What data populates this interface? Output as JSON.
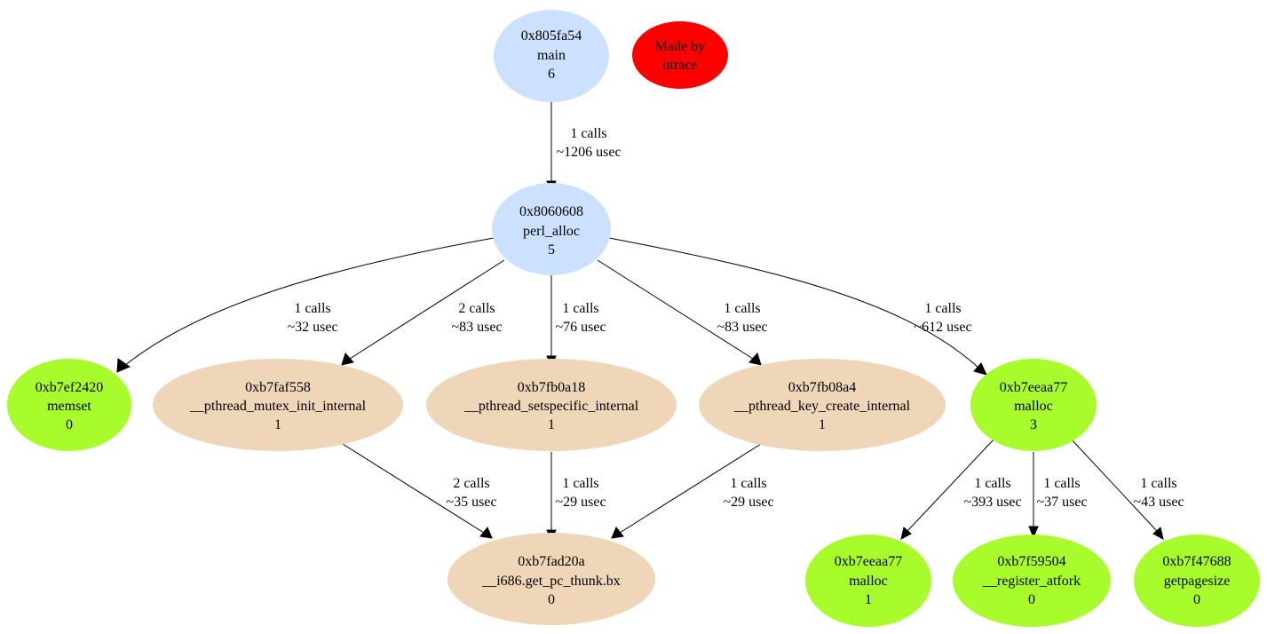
{
  "colors": {
    "blue_node": "#cce0ff",
    "tan_node": "#efd6b8",
    "green_node": "#a8fc2b",
    "credit_node": "#ff0000"
  },
  "nodes": {
    "main": {
      "addr": "0x805fa54",
      "name": "main",
      "count": "6",
      "fill": "blue_node"
    },
    "credit": {
      "line1": "Made by",
      "line2": "utrace",
      "fill": "credit_node"
    },
    "perl_alloc": {
      "addr": "0x8060608",
      "name": "perl_alloc",
      "count": "5",
      "fill": "blue_node"
    },
    "memset": {
      "addr": "0xb7ef2420",
      "name": "memset",
      "count": "0",
      "fill": "green_node"
    },
    "mutex_init": {
      "addr": "0xb7faf558",
      "name": "__pthread_mutex_init_internal",
      "count": "1",
      "fill": "tan_node"
    },
    "setspecific": {
      "addr": "0xb7fb0a18",
      "name": "__pthread_setspecific_internal",
      "count": "1",
      "fill": "tan_node"
    },
    "key_create": {
      "addr": "0xb7fb08a4",
      "name": "__pthread_key_create_internal",
      "count": "1",
      "fill": "tan_node"
    },
    "malloc_a": {
      "addr": "0xb7eeaa77",
      "name": "malloc",
      "count": "3",
      "fill": "green_node"
    },
    "pc_thunk": {
      "addr": "0xb7fad20a",
      "name": "__i686.get_pc_thunk.bx",
      "count": "0",
      "fill": "tan_node"
    },
    "malloc_b": {
      "addr": "0xb7eeaa77",
      "name": "malloc",
      "count": "1",
      "fill": "green_node"
    },
    "register_atfork": {
      "addr": "0xb7f59504",
      "name": "__register_atfork",
      "count": "0",
      "fill": "green_node"
    },
    "getpagesize": {
      "addr": "0xb7f47688",
      "name": "getpagesize",
      "count": "0",
      "fill": "green_node"
    }
  },
  "edges": {
    "main_perl": {
      "from": "main",
      "to": "perl_alloc",
      "calls": "1 calls",
      "time": "~1206 usec"
    },
    "perl_memset": {
      "from": "perl_alloc",
      "to": "memset",
      "calls": "1 calls",
      "time": "~32 usec"
    },
    "perl_mutex": {
      "from": "perl_alloc",
      "to": "mutex_init",
      "calls": "2 calls",
      "time": "~83 usec"
    },
    "perl_setspecific": {
      "from": "perl_alloc",
      "to": "setspecific",
      "calls": "1 calls",
      "time": "~76 usec"
    },
    "perl_keycreate": {
      "from": "perl_alloc",
      "to": "key_create",
      "calls": "1 calls",
      "time": "~83 usec"
    },
    "perl_malloc": {
      "from": "perl_alloc",
      "to": "malloc_a",
      "calls": "1 calls",
      "time": "~612 usec"
    },
    "mutex_thunk": {
      "from": "mutex_init",
      "to": "pc_thunk",
      "calls": "2 calls",
      "time": "~35 usec"
    },
    "setspecific_thunk": {
      "from": "setspecific",
      "to": "pc_thunk",
      "calls": "1 calls",
      "time": "~29 usec"
    },
    "keycreate_thunk": {
      "from": "key_create",
      "to": "pc_thunk",
      "calls": "1 calls",
      "time": "~29 usec"
    },
    "malloc_malloc": {
      "from": "malloc_a",
      "to": "malloc_b",
      "calls": "1 calls",
      "time": "~393 usec"
    },
    "malloc_atfork": {
      "from": "malloc_a",
      "to": "register_atfork",
      "calls": "1 calls",
      "time": "~37 usec"
    },
    "malloc_pagesize": {
      "from": "malloc_a",
      "to": "getpagesize",
      "calls": "1 calls",
      "time": "~43 usec"
    }
  }
}
